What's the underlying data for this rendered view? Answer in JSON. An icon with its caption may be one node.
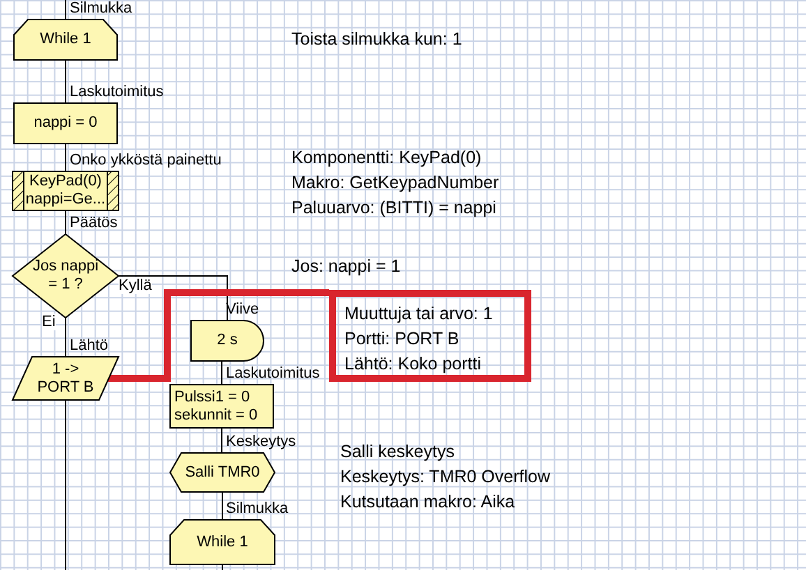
{
  "diagram": {
    "nodes": [
      {
        "text": [
          "Silmukka",
          "While 1"
        ]
      },
      {
        "text": [
          "Laskutoimitus",
          "nappi = 0"
        ]
      },
      {
        "text": [
          "Onko ykköstä painettu",
          "KeyPad(0) nappi=Ge..."
        ]
      },
      {
        "text": [
          "Päätös",
          "Jos nappi = 1 ?"
        ]
      },
      {
        "text": [
          "Lähtö",
          "1 -> PORT B"
        ]
      },
      {
        "text": [
          "Viive",
          "2 s"
        ]
      },
      {
        "text": [
          "Laskutoimitus",
          "Pulssi1 = 0 sekunnit = 0"
        ]
      },
      {
        "text": [
          "Keskeytys",
          "Salli TMR0"
        ]
      },
      {
        "text": [
          "Silmukka",
          "While 1"
        ]
      },
      {
        "text": [
          "Muuttuja tai arvo: 1",
          "Portti: PORT B",
          "Lähtö: Koko portti"
        ]
      }
    ],
    "edges": [
      {
        "from": null,
        "to": 0,
        "arrow": "none"
      },
      {
        "from": 0,
        "to": 1,
        "arrow": "none"
      },
      {
        "from": 1,
        "to": 2,
        "arrow": "none"
      },
      {
        "from": 2,
        "to": 3,
        "arrow": "none"
      },
      {
        "from": 3,
        "to": 4,
        "arrow": "none",
        "label": "Ei"
      },
      {
        "from": 3,
        "to": 5,
        "arrow": "none",
        "label": "Kyllä"
      },
      {
        "from": 5,
        "to": 6,
        "arrow": "none"
      },
      {
        "from": 6,
        "to": 7,
        "arrow": "none"
      },
      {
        "from": 7,
        "to": 8,
        "arrow": "none"
      },
      {
        "from": 4,
        "to": null,
        "arrow": "none"
      },
      {
        "from": 8,
        "to": null,
        "arrow": "none"
      },
      {
        "from": 4,
        "to": 9,
        "arrow": "none",
        "style": "thick",
        "color": "#d9252e"
      }
    ],
    "labels": [
      "Toista silmukka kun: 1",
      "Komponentti: KeyPad(0)",
      "Makro: GetKeypadNumber",
      "Paluuarvo: (BITTI) = nappi",
      "Jos: nappi = 1",
      "Salli keskeytys",
      "Keskeytys: TMR0 Overflow",
      "Kutsutaan makro: Aika"
    ]
  }
}
